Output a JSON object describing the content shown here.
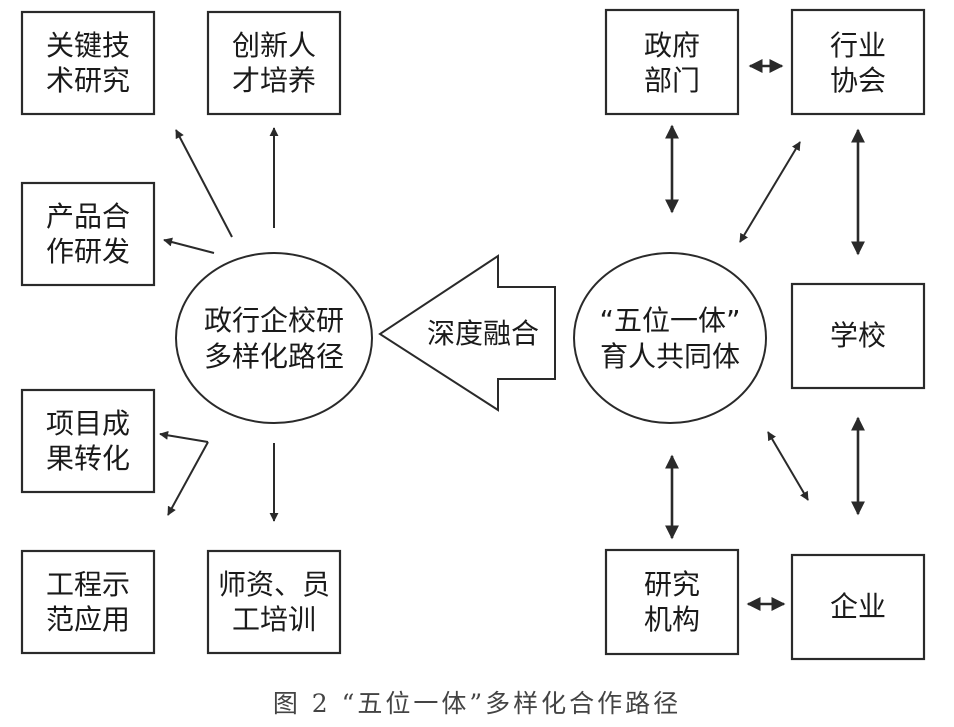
{
  "left_boxes": {
    "key_tech": [
      "关键技",
      "术研究"
    ],
    "talent": [
      "创新人",
      "才培养"
    ],
    "product": [
      "产品合",
      "作研发"
    ],
    "project": [
      "项目成",
      "果转化"
    ],
    "engineering": [
      "工程示",
      "范应用"
    ],
    "training": [
      "师资、员",
      "工培训"
    ]
  },
  "center_left": [
    "政行企校研",
    "多样化路径"
  ],
  "big_arrow_label": "深度融合",
  "center_right": [
    "“五位一体”",
    "育人共同体"
  ],
  "right_boxes": {
    "government": [
      "政府",
      "部门"
    ],
    "industry": [
      "行业",
      "协会"
    ],
    "school": "学校",
    "research": [
      "研究",
      "机构"
    ],
    "enterprise": "企业"
  },
  "caption": "图 2 “五位一体”多样化合作路径"
}
